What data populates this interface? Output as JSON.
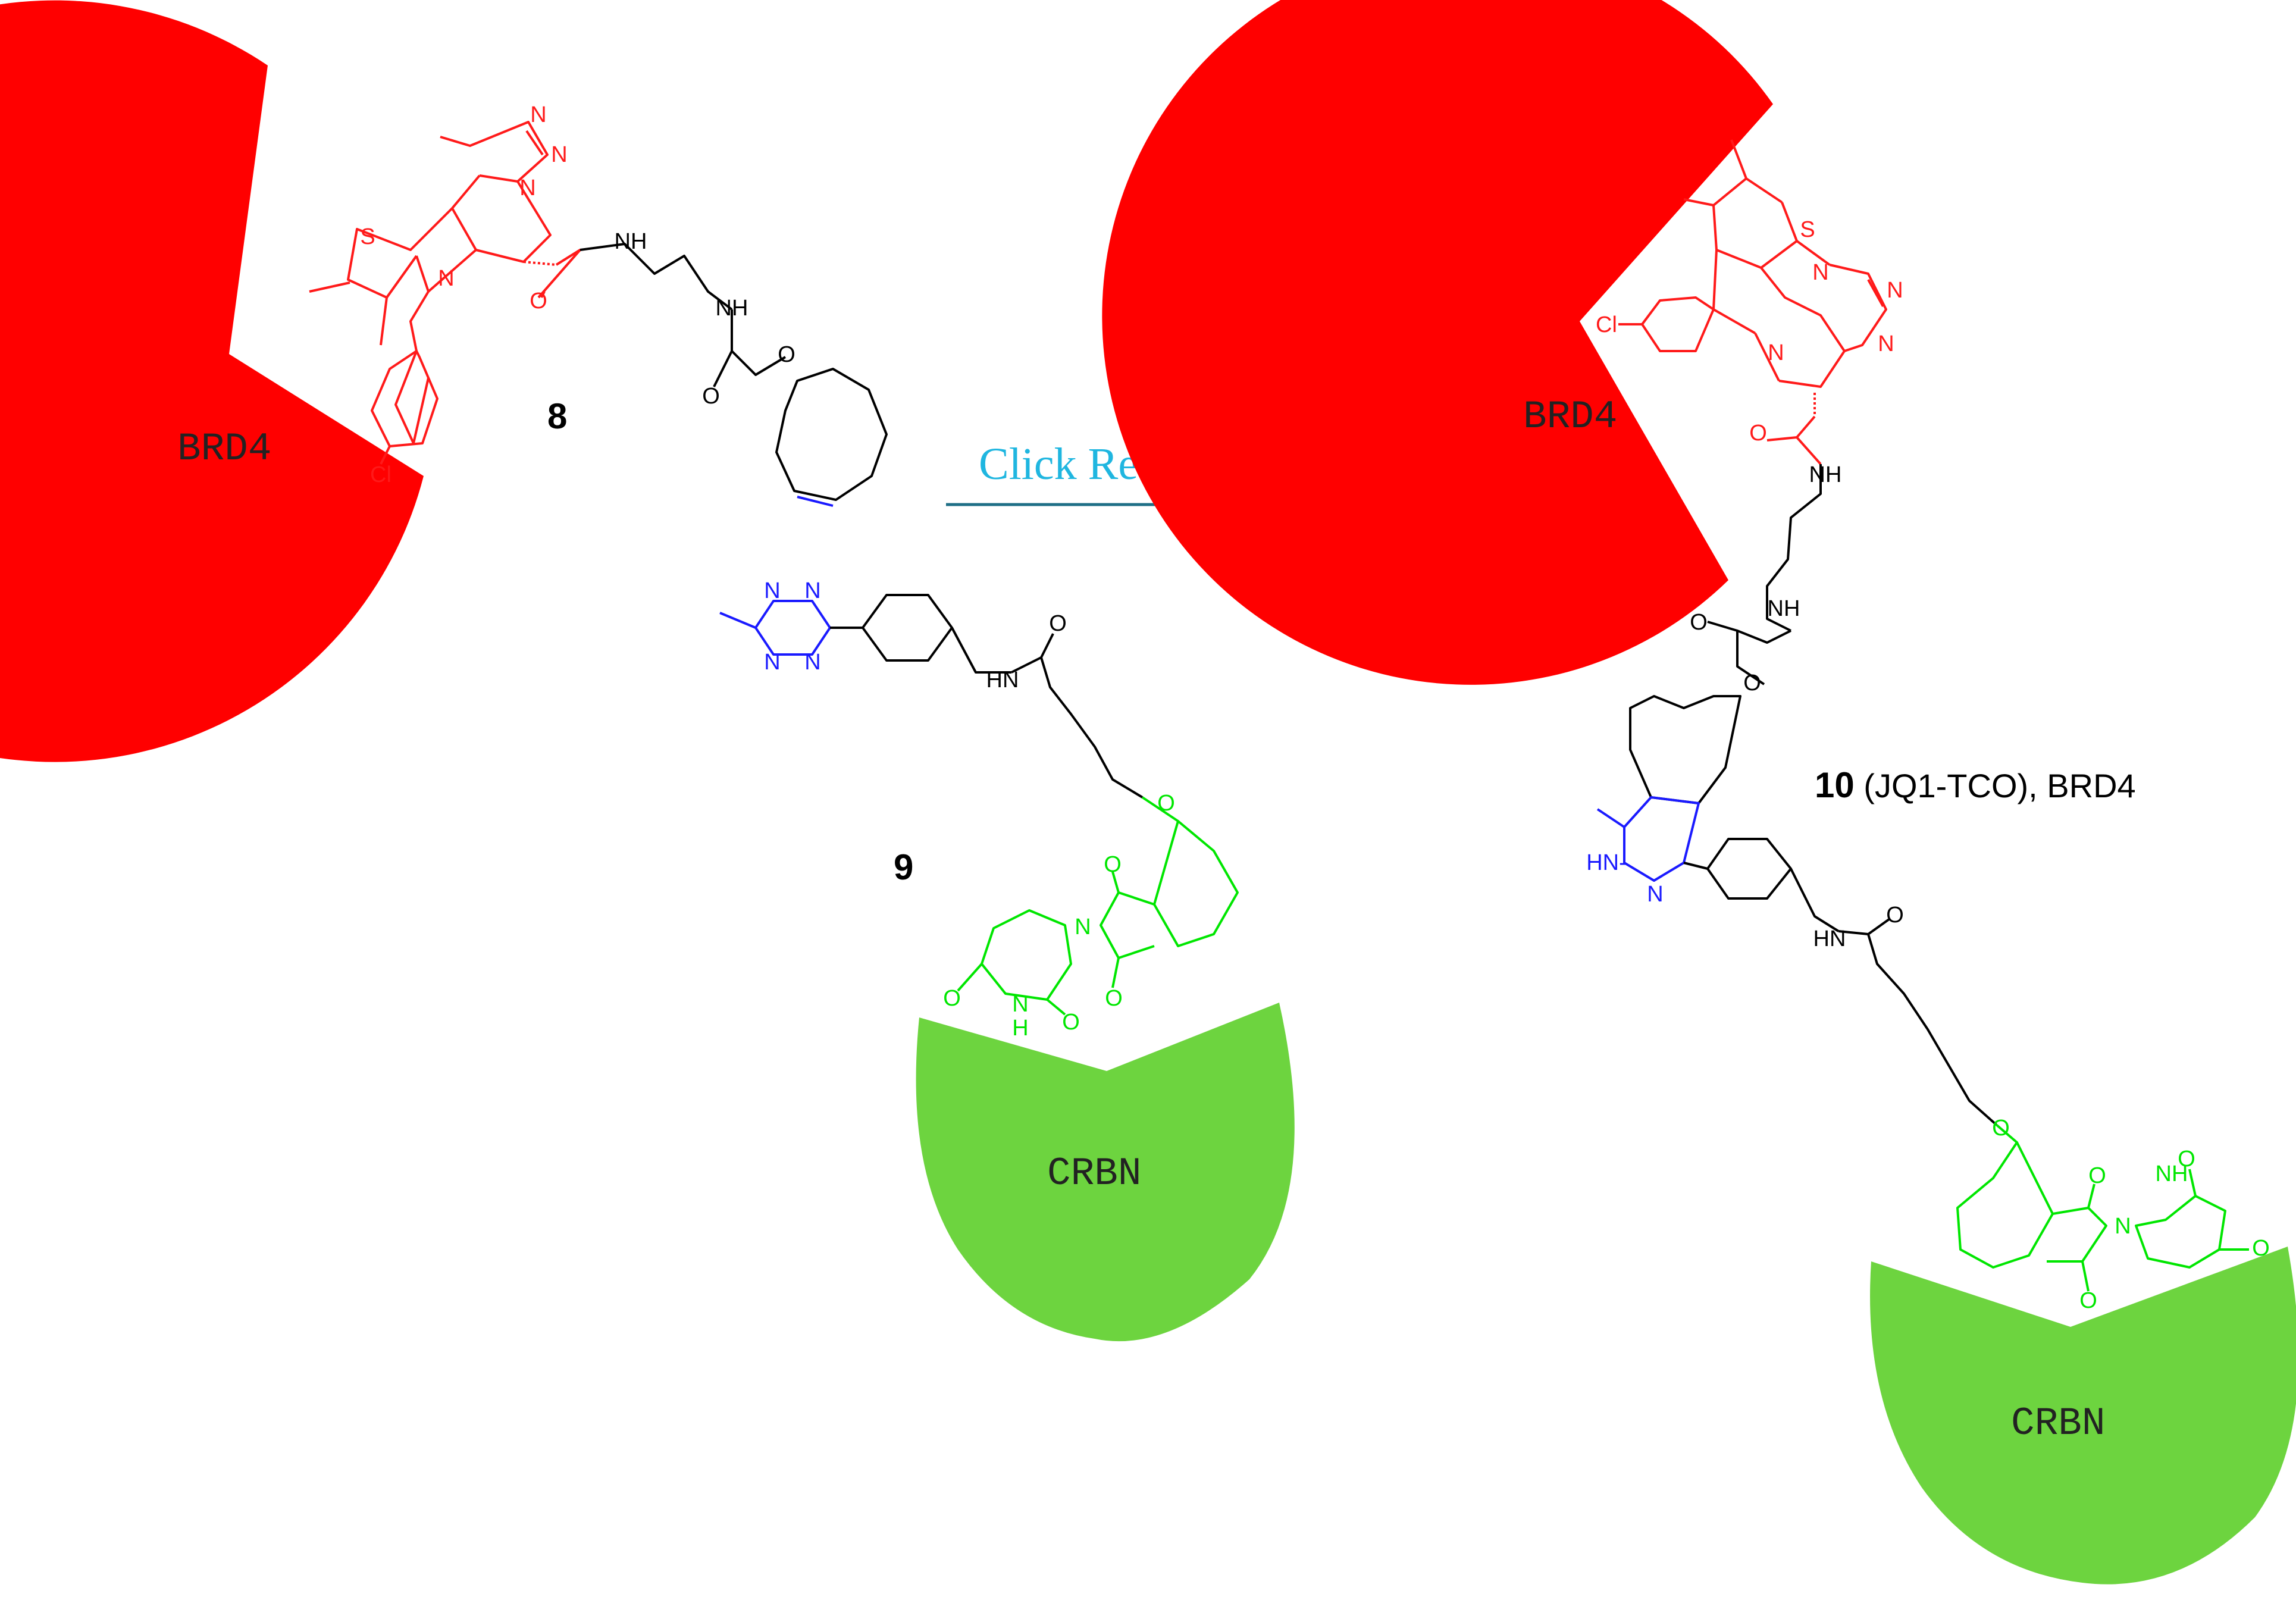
{
  "colors": {
    "brd4_fill": "#ff0000",
    "crbn_fill": "#6dd43f",
    "jq1_red": "#ff1a1a",
    "linker_black": "#000000",
    "tetrazine_blue": "#1a1aff",
    "thalidomide_green": "#00e600",
    "arrow_teal": "#1f6f86",
    "reaction_cyan": "#1fb6e0"
  },
  "reaction": {
    "label": "Click Reaction"
  },
  "left": {
    "protein_brd4": "BRD4",
    "compound_8": {
      "number": "8"
    },
    "compound_9": {
      "number": "9"
    },
    "protein_crbn": "CRBN"
  },
  "right": {
    "protein_brd4": "BRD4",
    "compound_10": {
      "number": "10",
      "caption": " (JQ1-TCO), BRD4"
    },
    "protein_crbn": "CRBN"
  },
  "atoms": {
    "S": "S",
    "N": "N",
    "O": "O",
    "NH": "NH",
    "HN": "HN",
    "H": "H",
    "Cl": "Cl",
    "HN_dash": "HN-"
  }
}
